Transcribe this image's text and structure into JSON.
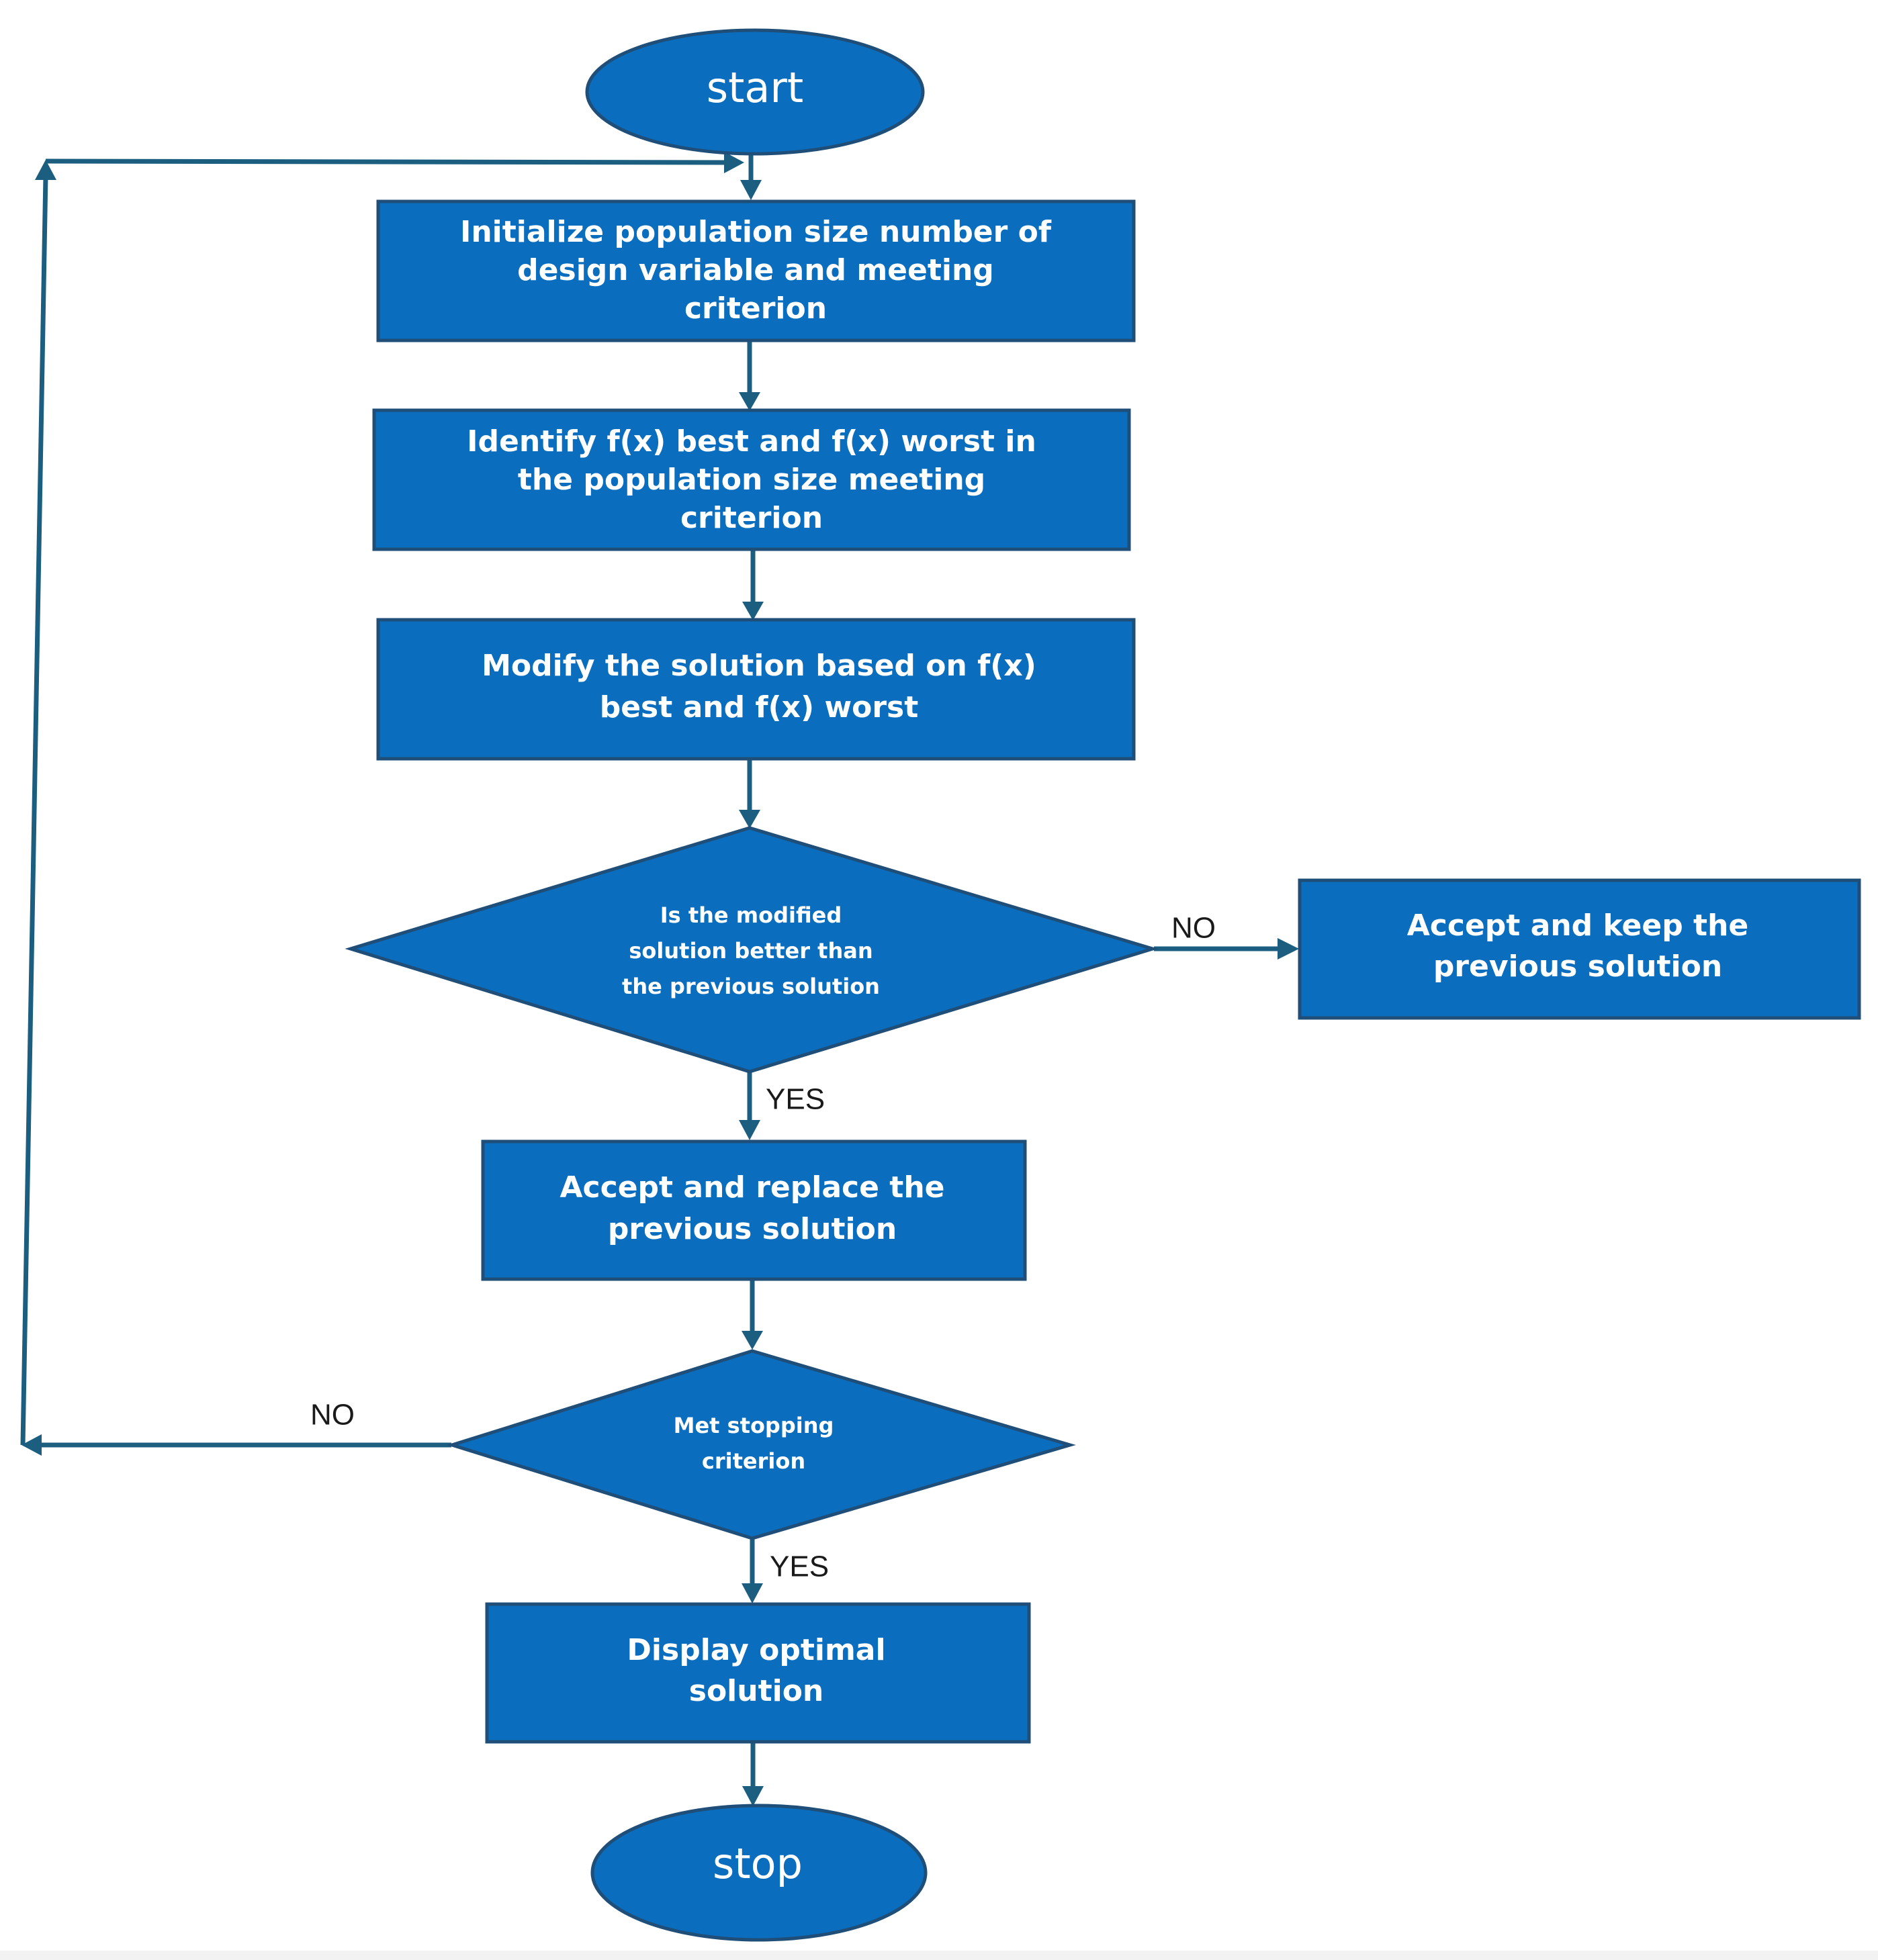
{
  "colors": {
    "node_fill": "#0a6dbd",
    "node_border": "#1f4e79",
    "edge": "#1b5e80",
    "node_text": "#ffffff",
    "label_text": "#1a1a1a"
  },
  "nodes": {
    "start": {
      "shape": "ellipse",
      "lines": [
        "start"
      ]
    },
    "initialize": {
      "shape": "rectangle",
      "lines": [
        "Initialize population size number of",
        "design variable and meeting",
        "criterion"
      ]
    },
    "identify": {
      "shape": "rectangle",
      "lines": [
        "Identify f(x) best and f(x) worst in",
        "the population size meeting",
        "criterion"
      ]
    },
    "modify": {
      "shape": "rectangle",
      "lines": [
        "Modify the solution based on f(x)",
        "best and f(x) worst"
      ]
    },
    "better_decision": {
      "shape": "diamond",
      "lines": [
        "Is the modified",
        "solution better than",
        "the previous solution"
      ]
    },
    "keep_previous": {
      "shape": "rectangle",
      "lines": [
        "Accept and keep the",
        "previous solution"
      ]
    },
    "replace_previous": {
      "shape": "rectangle",
      "lines": [
        "Accept and replace the",
        "previous solution"
      ]
    },
    "stopping_decision": {
      "shape": "diamond",
      "lines": [
        "Met stopping",
        "criterion"
      ]
    },
    "display": {
      "shape": "rectangle",
      "lines": [
        "Display optimal",
        "solution"
      ]
    },
    "stop": {
      "shape": "ellipse",
      "lines": [
        "stop"
      ]
    }
  },
  "edges": [
    {
      "from": "start",
      "to": "initialize",
      "label": ""
    },
    {
      "from": "initialize",
      "to": "identify",
      "label": ""
    },
    {
      "from": "identify",
      "to": "modify",
      "label": ""
    },
    {
      "from": "modify",
      "to": "better_decision",
      "label": ""
    },
    {
      "from": "better_decision",
      "to": "keep_previous",
      "label": "NO"
    },
    {
      "from": "better_decision",
      "to": "replace_previous",
      "label": "YES"
    },
    {
      "from": "replace_previous",
      "to": "stopping_decision",
      "label": ""
    },
    {
      "from": "stopping_decision",
      "to": "display",
      "label": "YES"
    },
    {
      "from": "stopping_decision",
      "to": "initialize",
      "label": "NO"
    },
    {
      "from": "display",
      "to": "stop",
      "label": ""
    }
  ]
}
